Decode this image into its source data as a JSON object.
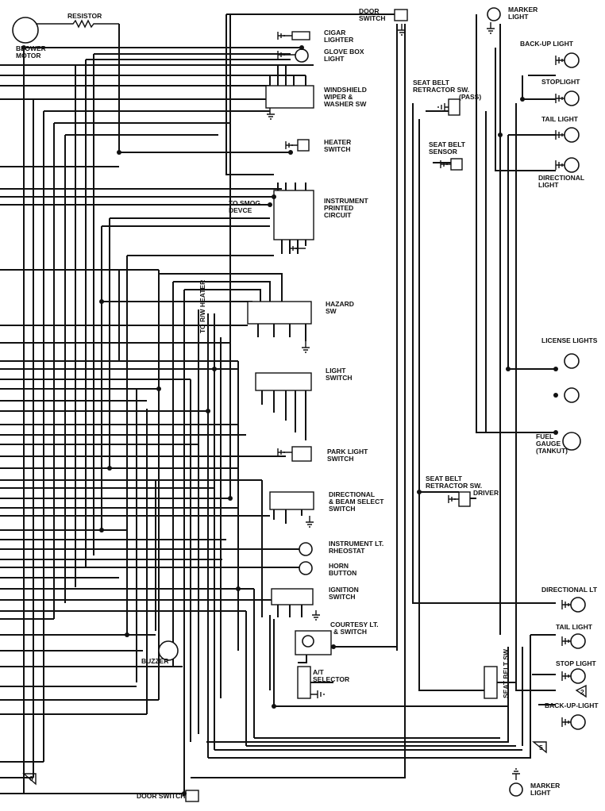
{
  "labels": {
    "resistor": "RESISTOR",
    "blower_motor": [
      "BLOWER",
      "MOTOR"
    ],
    "door_switch_top": [
      "DOOR",
      "SWITCH"
    ],
    "marker_light_top": [
      "MARKER",
      "LIGHT"
    ],
    "cigar_lighter": [
      "CIGAR",
      "LIGHTER"
    ],
    "glove_box_light": [
      "GLOVE BOX",
      "LIGHT"
    ],
    "windshield": [
      "WINDSHIELD",
      "WIPER &",
      "WASHER SW"
    ],
    "heater_switch": [
      "HEATER",
      "SWITCH"
    ],
    "instrument_pc": [
      "INSTRUMENT",
      "PRINTED",
      "CIRCUIT"
    ],
    "to_smog": [
      "TO SMOG",
      "DEVCE"
    ],
    "to_rw_heater": "TO R/W HEATER",
    "hazard_sw": [
      "HAZARD",
      "SW"
    ],
    "light_switch": [
      "LIGHT",
      "SWITCH"
    ],
    "park_light_switch": [
      "PARK LIGHT",
      "SWITCH"
    ],
    "directional_beam": [
      "DIRECTIONAL",
      "& BEAM SELECT",
      "SWITCH"
    ],
    "instrument_rheostat": [
      "INSTRUMENT LT.",
      "RHEOSTAT"
    ],
    "horn_button": [
      "HORN",
      "BUTTON"
    ],
    "ignition_switch": [
      "IGNITION",
      "SWITCH"
    ],
    "courtesy": [
      "COURTESY LT.",
      "& SWITCH"
    ],
    "buzzer": "BUZZER",
    "at_selector": [
      "A/T",
      "SELECTOR"
    ],
    "door_switch_bottom": "DOOR SWITCH",
    "seat_belt_pass": [
      "SEAT BELT",
      "RETRACTOR SW.",
      "(PASS)"
    ],
    "seat_belt_sensor": [
      "SEAT BELT",
      "SENSOR"
    ],
    "seat_belt_driver": [
      "SEAT BELT",
      "RETRACTOR SW.",
      "DRIVER"
    ],
    "seat_belt_sw": "SEAT BELT SW",
    "back_up_light_top": "BACK-UP LIGHT",
    "stoplight_top": "STOPLIGHT",
    "tail_light_top": "TAIL LIGHT",
    "directional_light_top": [
      "DIRECTIONAL",
      "LIGHT"
    ],
    "license_lights": "LICENSE LIGHTS",
    "fuel_gauge": [
      "FUEL",
      "GAUGE",
      "(TANKUT)"
    ],
    "directional_lt": "DIRECTIONAL LT",
    "tail_light_bottom": "TAIL LIGHT",
    "stop_light_bottom": "STOP LIGHT",
    "back_up_light_bottom": "BACK-UP-LIGHT",
    "marker_light_bottom": [
      "MARKER",
      "LIGHT"
    ],
    "note_5": "5",
    "note_6": "6",
    "note_2": "2"
  }
}
